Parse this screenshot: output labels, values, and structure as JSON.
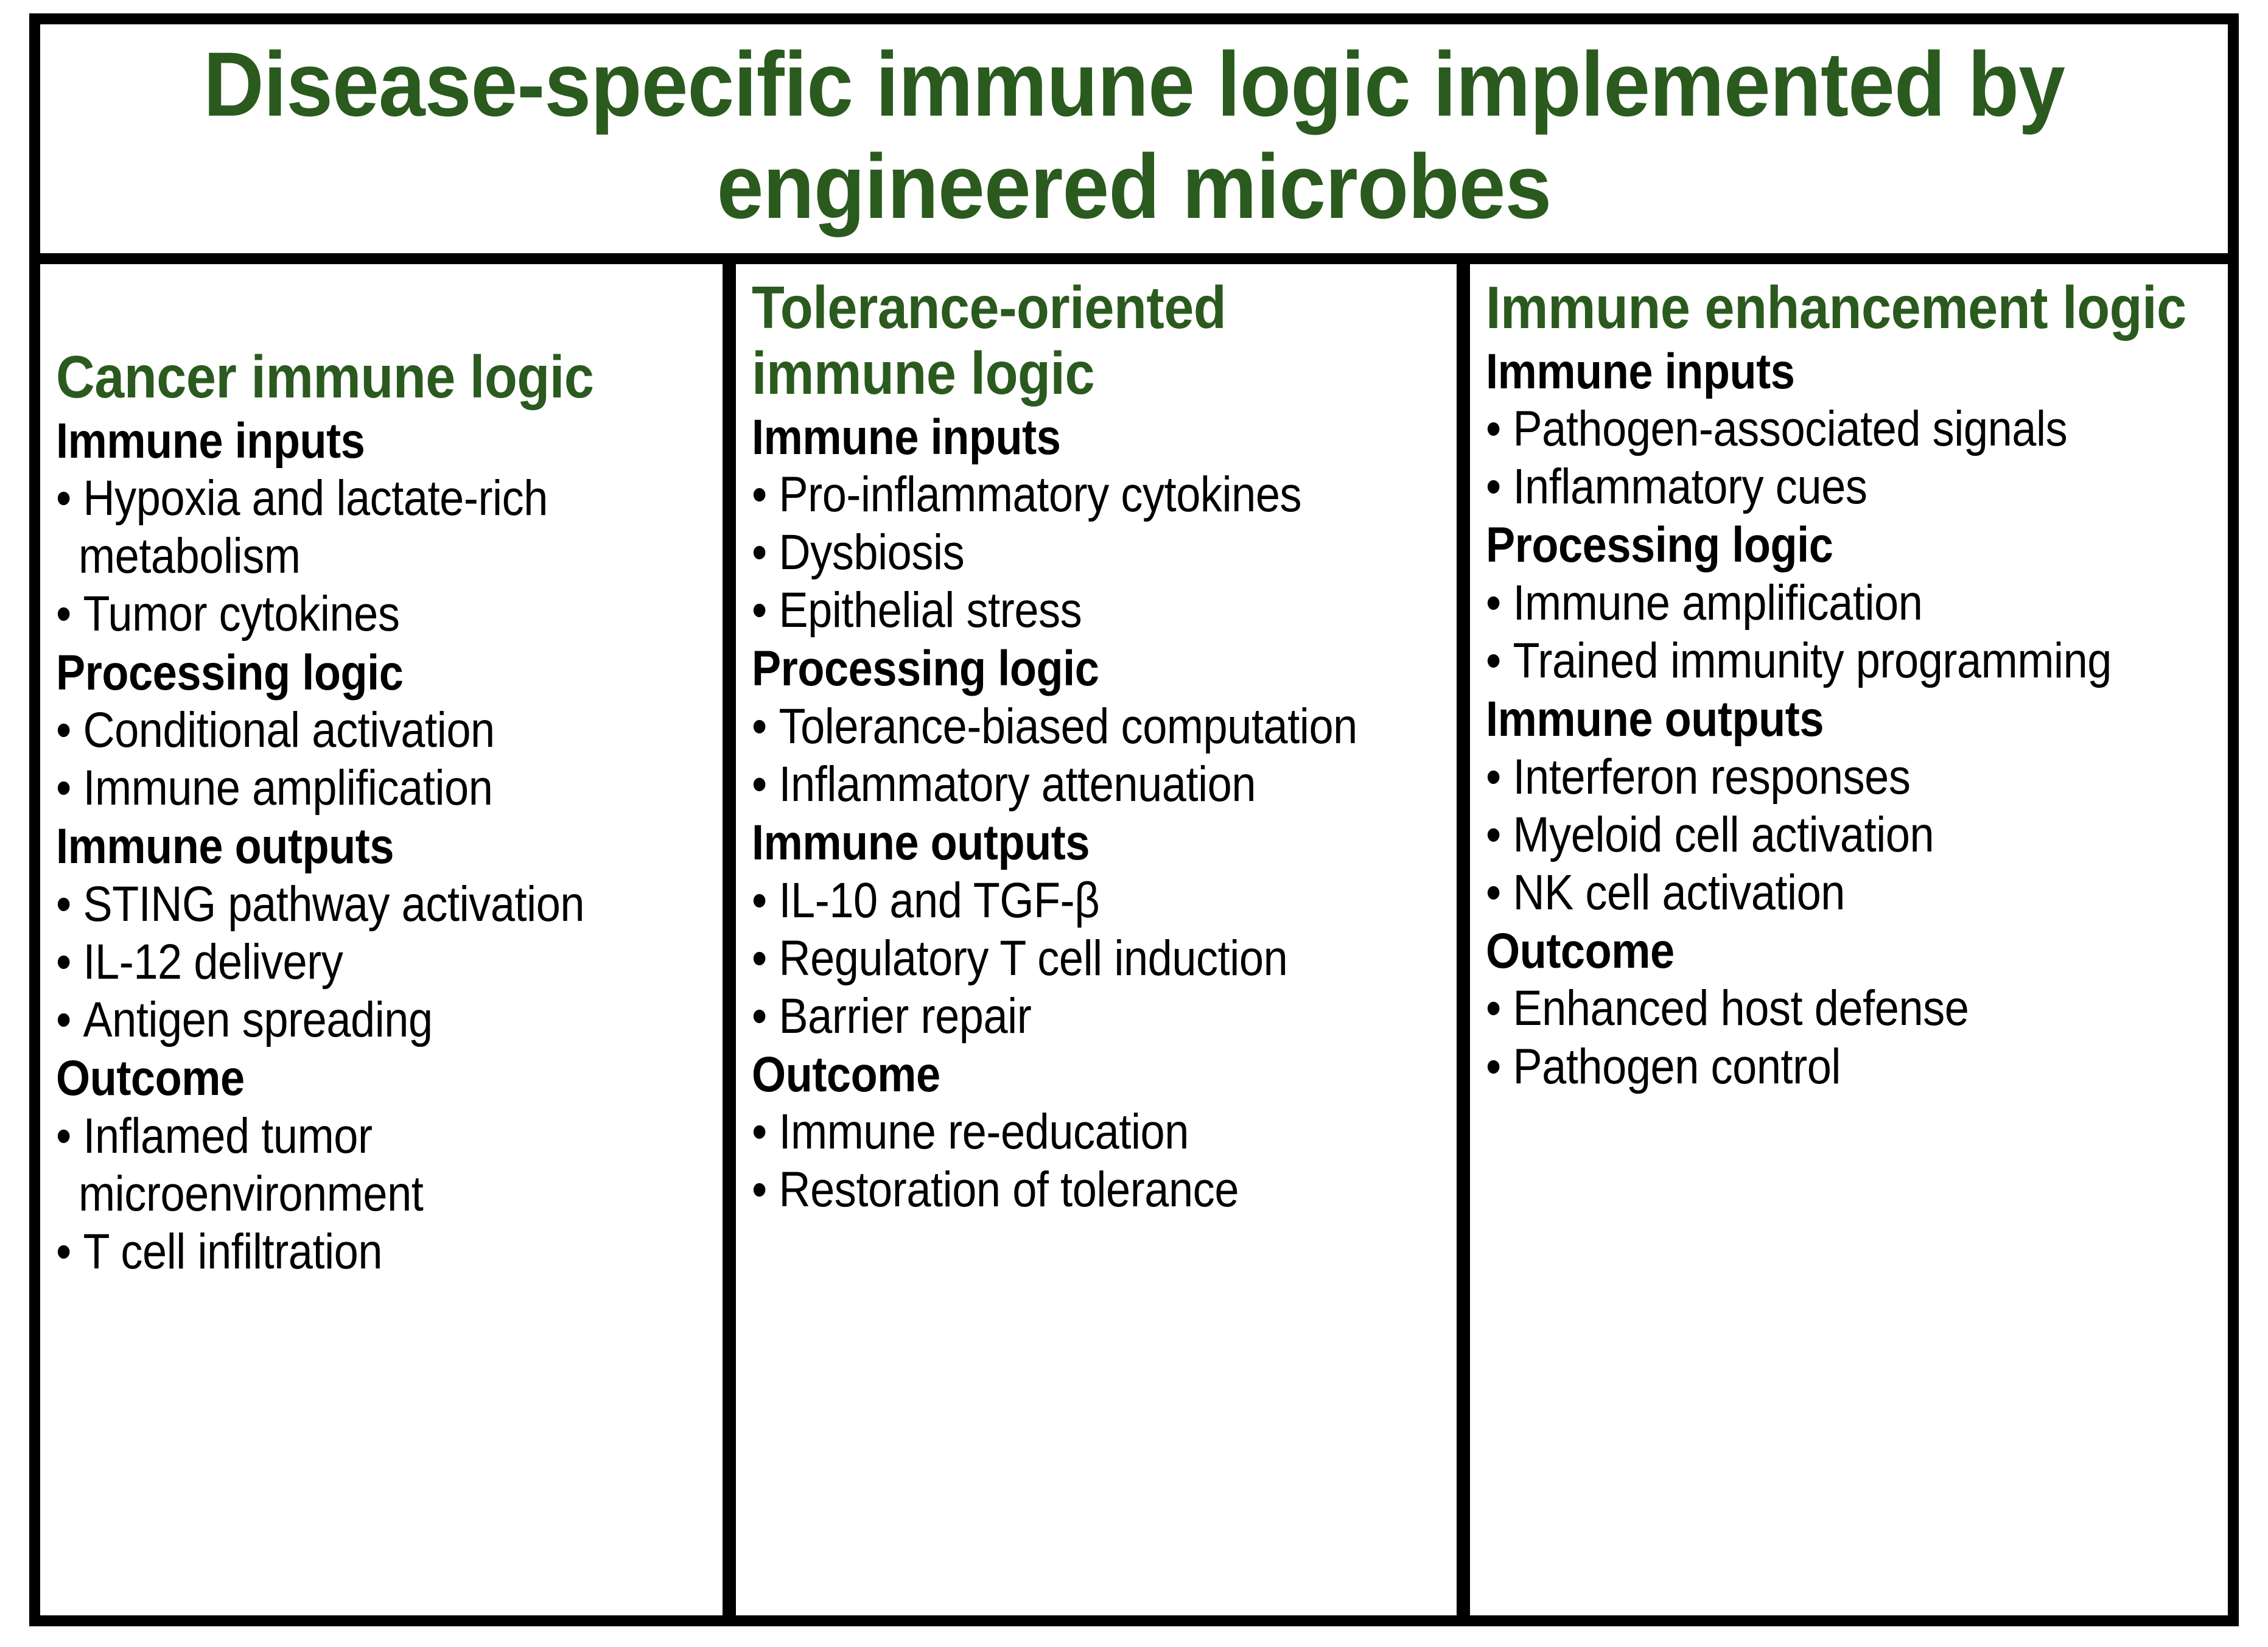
{
  "figure": {
    "title": "Disease-specific immune logic implemented by engineered microbes",
    "accent_color": "#2a5a1e",
    "border_color": "#000000",
    "background_color": "#ffffff"
  },
  "columns": [
    {
      "heading": "Cancer immune logic",
      "sections": [
        {
          "label": "Immune inputs",
          "items": [
            "Hypoxia and lactate-rich metabolism",
            "Tumor cytokines"
          ]
        },
        {
          "label": "Processing logic",
          "items": [
            "Conditional activation",
            "Immune amplification"
          ]
        },
        {
          "label": "Immune outputs",
          "items": [
            "STING pathway activation",
            "IL-12 delivery",
            "Antigen spreading"
          ]
        },
        {
          "label": "Outcome",
          "items": [
            "Inflamed tumor microenvironment",
            "T cell infiltration"
          ]
        }
      ]
    },
    {
      "heading": "Tolerance-oriented immune logic",
      "sections": [
        {
          "label": "Immune inputs",
          "items": [
            "Pro-inflammatory cytokines",
            "Dysbiosis",
            "Epithelial stress"
          ]
        },
        {
          "label": "Processing logic",
          "items": [
            "Tolerance-biased computation",
            "Inflammatory attenuation"
          ]
        },
        {
          "label": "Immune outputs",
          "items": [
            "IL-10 and TGF-β",
            "Regulatory T cell induction",
            "Barrier repair"
          ]
        },
        {
          "label": "Outcome",
          "items": [
            "Immune re-education",
            "Restoration of tolerance"
          ]
        }
      ]
    },
    {
      "heading": "Immune enhancement logic",
      "sections": [
        {
          "label": "Immune inputs",
          "items": [
            "Pathogen-associated signals",
            "Inflammatory cues"
          ]
        },
        {
          "label": "Processing logic",
          "items": [
            "Immune amplification",
            "Trained immunity programming"
          ]
        },
        {
          "label": "Immune outputs",
          "items": [
            "Interferon responses",
            "Myeloid cell activation",
            "NK cell activation"
          ]
        },
        {
          "label": "Outcome",
          "items": [
            "Enhanced host defense",
            "Pathogen control"
          ]
        }
      ]
    }
  ]
}
